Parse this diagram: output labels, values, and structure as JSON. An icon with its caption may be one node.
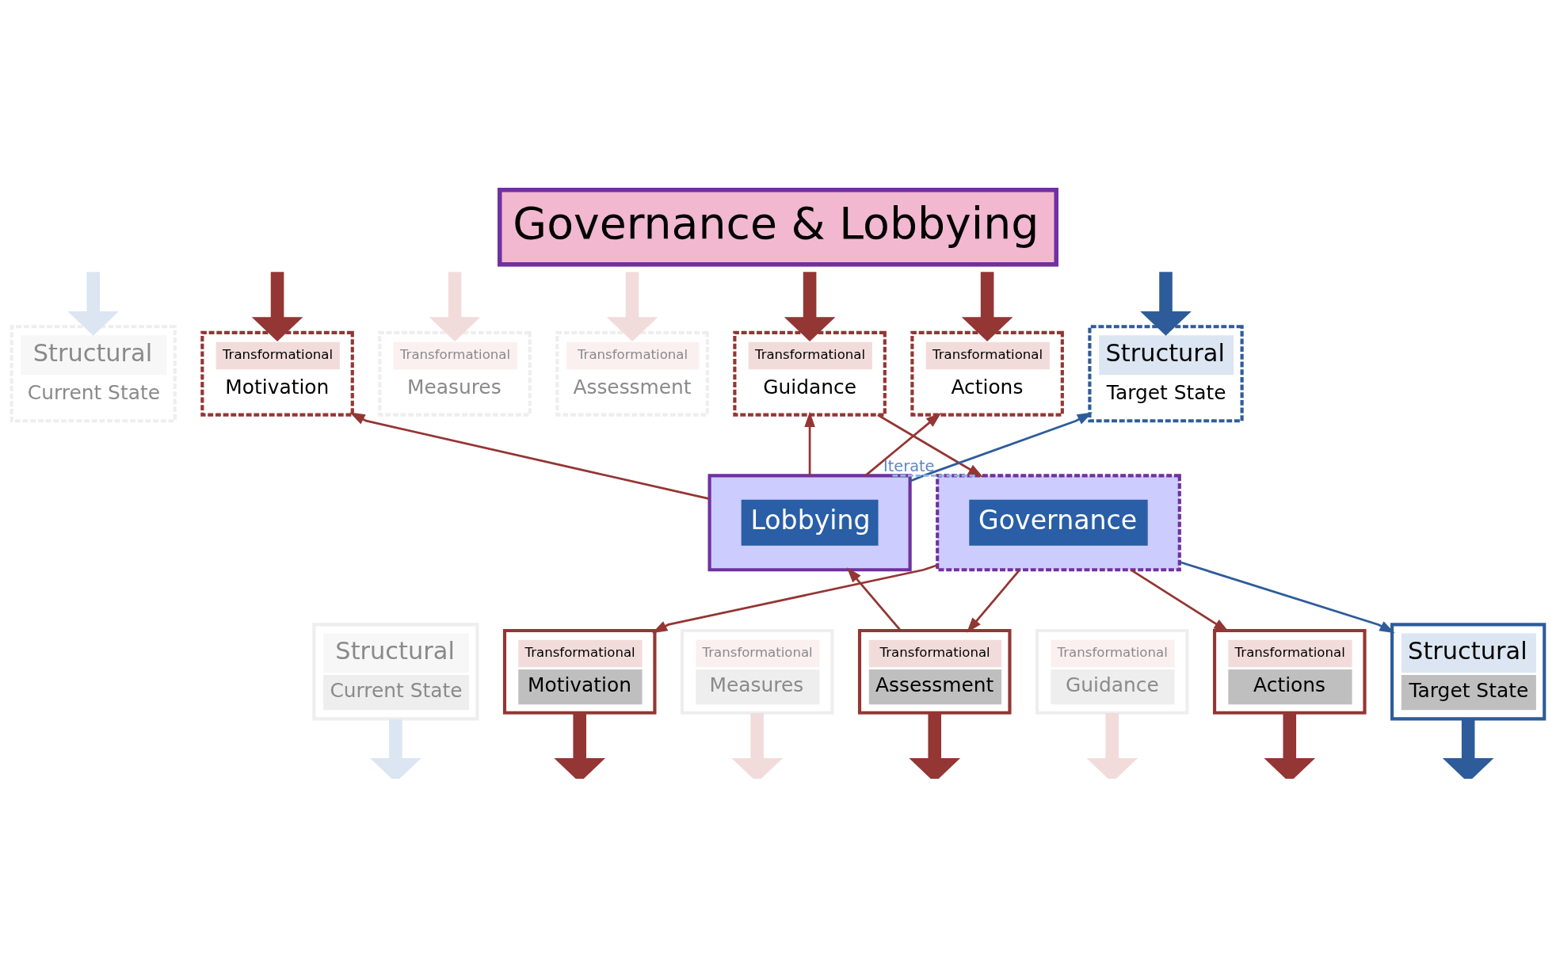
{
  "diagram": {
    "title": "Governance & Lobbying",
    "nodes": [
      {
        "text": [
          "Structural",
          "Current State"
        ]
      },
      {
        "text": [
          "Transformational",
          "Motivation"
        ]
      },
      {
        "text": [
          "Transformational",
          "Measures"
        ]
      },
      {
        "text": [
          "Transformational",
          "Assessment"
        ]
      },
      {
        "text": [
          "Transformational",
          "Guidance"
        ]
      },
      {
        "text": [
          "Transformational",
          "Actions"
        ]
      },
      {
        "text": [
          "Structural",
          "Target State"
        ]
      },
      {
        "text": [
          "Lobbying"
        ]
      },
      {
        "text": [
          "Governance"
        ]
      },
      {
        "text": [
          "Structural",
          "Current State"
        ]
      },
      {
        "text": [
          "Transformational",
          "Motivation"
        ]
      },
      {
        "text": [
          "Transformational",
          "Measures"
        ]
      },
      {
        "text": [
          "Transformational",
          "Assessment"
        ]
      },
      {
        "text": [
          "Transformational",
          "Guidance"
        ]
      },
      {
        "text": [
          "Transformational",
          "Actions"
        ]
      },
      {
        "text": [
          "Structural",
          "Target State"
        ]
      }
    ],
    "edges": [
      {
        "from": 7,
        "to": 1,
        "arrow": "to"
      },
      {
        "from": 7,
        "to": 4,
        "arrow": "to"
      },
      {
        "from": 7,
        "to": 5,
        "arrow": "to"
      },
      {
        "from": 7,
        "to": 6,
        "arrow": "to",
        "color": "#2e5c9a"
      },
      {
        "from": 4,
        "to": 8,
        "arrow": "to"
      },
      {
        "from": 7,
        "to": 8,
        "arrow": "none",
        "label": "Iterate",
        "style": "dashed",
        "color": "#8db3e2"
      },
      {
        "from": 8,
        "to": 10,
        "arrow": "to"
      },
      {
        "from": 12,
        "to": 7,
        "arrow": "to"
      },
      {
        "from": 8,
        "to": 12,
        "arrow": "to"
      },
      {
        "from": 8,
        "to": 14,
        "arrow": "to"
      },
      {
        "from": 8,
        "to": 15,
        "arrow": "to",
        "color": "#2e5c9a"
      },
      {
        "from": null,
        "to": 0,
        "arrow": "to",
        "color": "#dce6f2"
      },
      {
        "from": null,
        "to": 1,
        "arrow": "to"
      },
      {
        "from": null,
        "to": 2,
        "arrow": "to",
        "color": "#f2dcdb"
      },
      {
        "from": null,
        "to": 3,
        "arrow": "to",
        "color": "#f2dcdb"
      },
      {
        "from": null,
        "to": 4,
        "arrow": "to"
      },
      {
        "from": null,
        "to": 5,
        "arrow": "to"
      },
      {
        "from": null,
        "to": 6,
        "arrow": "to",
        "color": "#2e5c9a"
      },
      {
        "from": 9,
        "to": null,
        "arrow": "to",
        "color": "#dce6f2"
      },
      {
        "from": 10,
        "to": null,
        "arrow": "to"
      },
      {
        "from": 11,
        "to": null,
        "arrow": "to",
        "color": "#f2dcdb"
      },
      {
        "from": 12,
        "to": null,
        "arrow": "to"
      },
      {
        "from": 13,
        "to": null,
        "arrow": "to",
        "color": "#f2dcdb"
      },
      {
        "from": 14,
        "to": null,
        "arrow": "to"
      },
      {
        "from": 15,
        "to": null,
        "arrow": "to",
        "color": "#2e5c9a"
      }
    ]
  }
}
